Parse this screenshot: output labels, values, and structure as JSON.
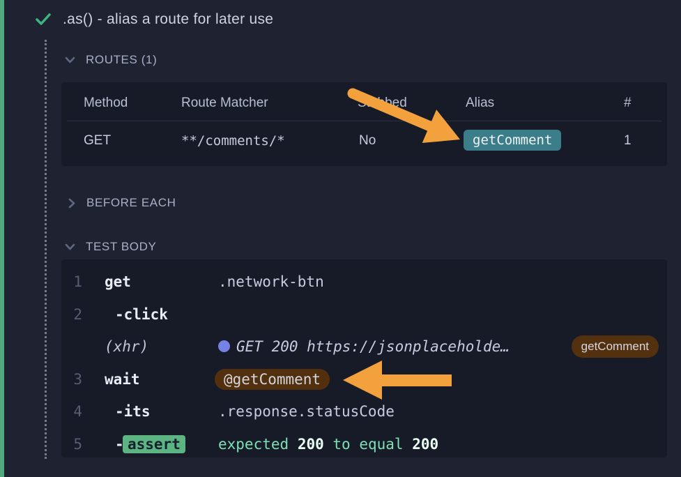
{
  "test": {
    "title": ".as() - alias a route for later use",
    "status": "passed"
  },
  "routes_section": {
    "label": "ROUTES (1)",
    "table": {
      "headers": [
        "Method",
        "Route Matcher",
        "Stubbed",
        "Alias",
        "#"
      ],
      "rows": [
        {
          "method": "GET",
          "route_matcher": "**/comments/*",
          "stubbed": "No",
          "alias": "getComment",
          "count": "1"
        }
      ]
    }
  },
  "before_each_section": {
    "label": "BEFORE EACH"
  },
  "test_body_section": {
    "label": "TEST BODY",
    "commands": [
      {
        "number": "1",
        "name": "get",
        "message": ".network-btn"
      },
      {
        "number": "2",
        "name": "-click",
        "message": ""
      },
      {
        "number": "",
        "name": "(xhr)",
        "message": "GET 200 https://jsonplaceholde…",
        "badge": "getComment"
      },
      {
        "number": "3",
        "name": "wait",
        "badge": "@getComment"
      },
      {
        "number": "4",
        "name": "-its",
        "message": ".response.statusCode"
      },
      {
        "number": "5",
        "name": "-",
        "badge": "assert",
        "assert": {
          "p1": "expected",
          "v1": "200",
          "p2": "to equal",
          "v2": "200"
        }
      }
    ]
  },
  "annotations": {
    "arrow1": "orange-arrow-pointing-to-route-alias-badge",
    "arrow2": "orange-arrow-pointing-to-wait-alias-badge"
  },
  "colors": {
    "page_bg": "#1e2231",
    "panel_bg": "#171b27",
    "pass_green": "#55a87d",
    "alias_teal": "#3b7e8a",
    "alias_brown": "#53300e",
    "assert_green": "#5cb483",
    "annotation_orange": "#f2a13d",
    "xhr_dot_indigo": "#7681e6"
  }
}
